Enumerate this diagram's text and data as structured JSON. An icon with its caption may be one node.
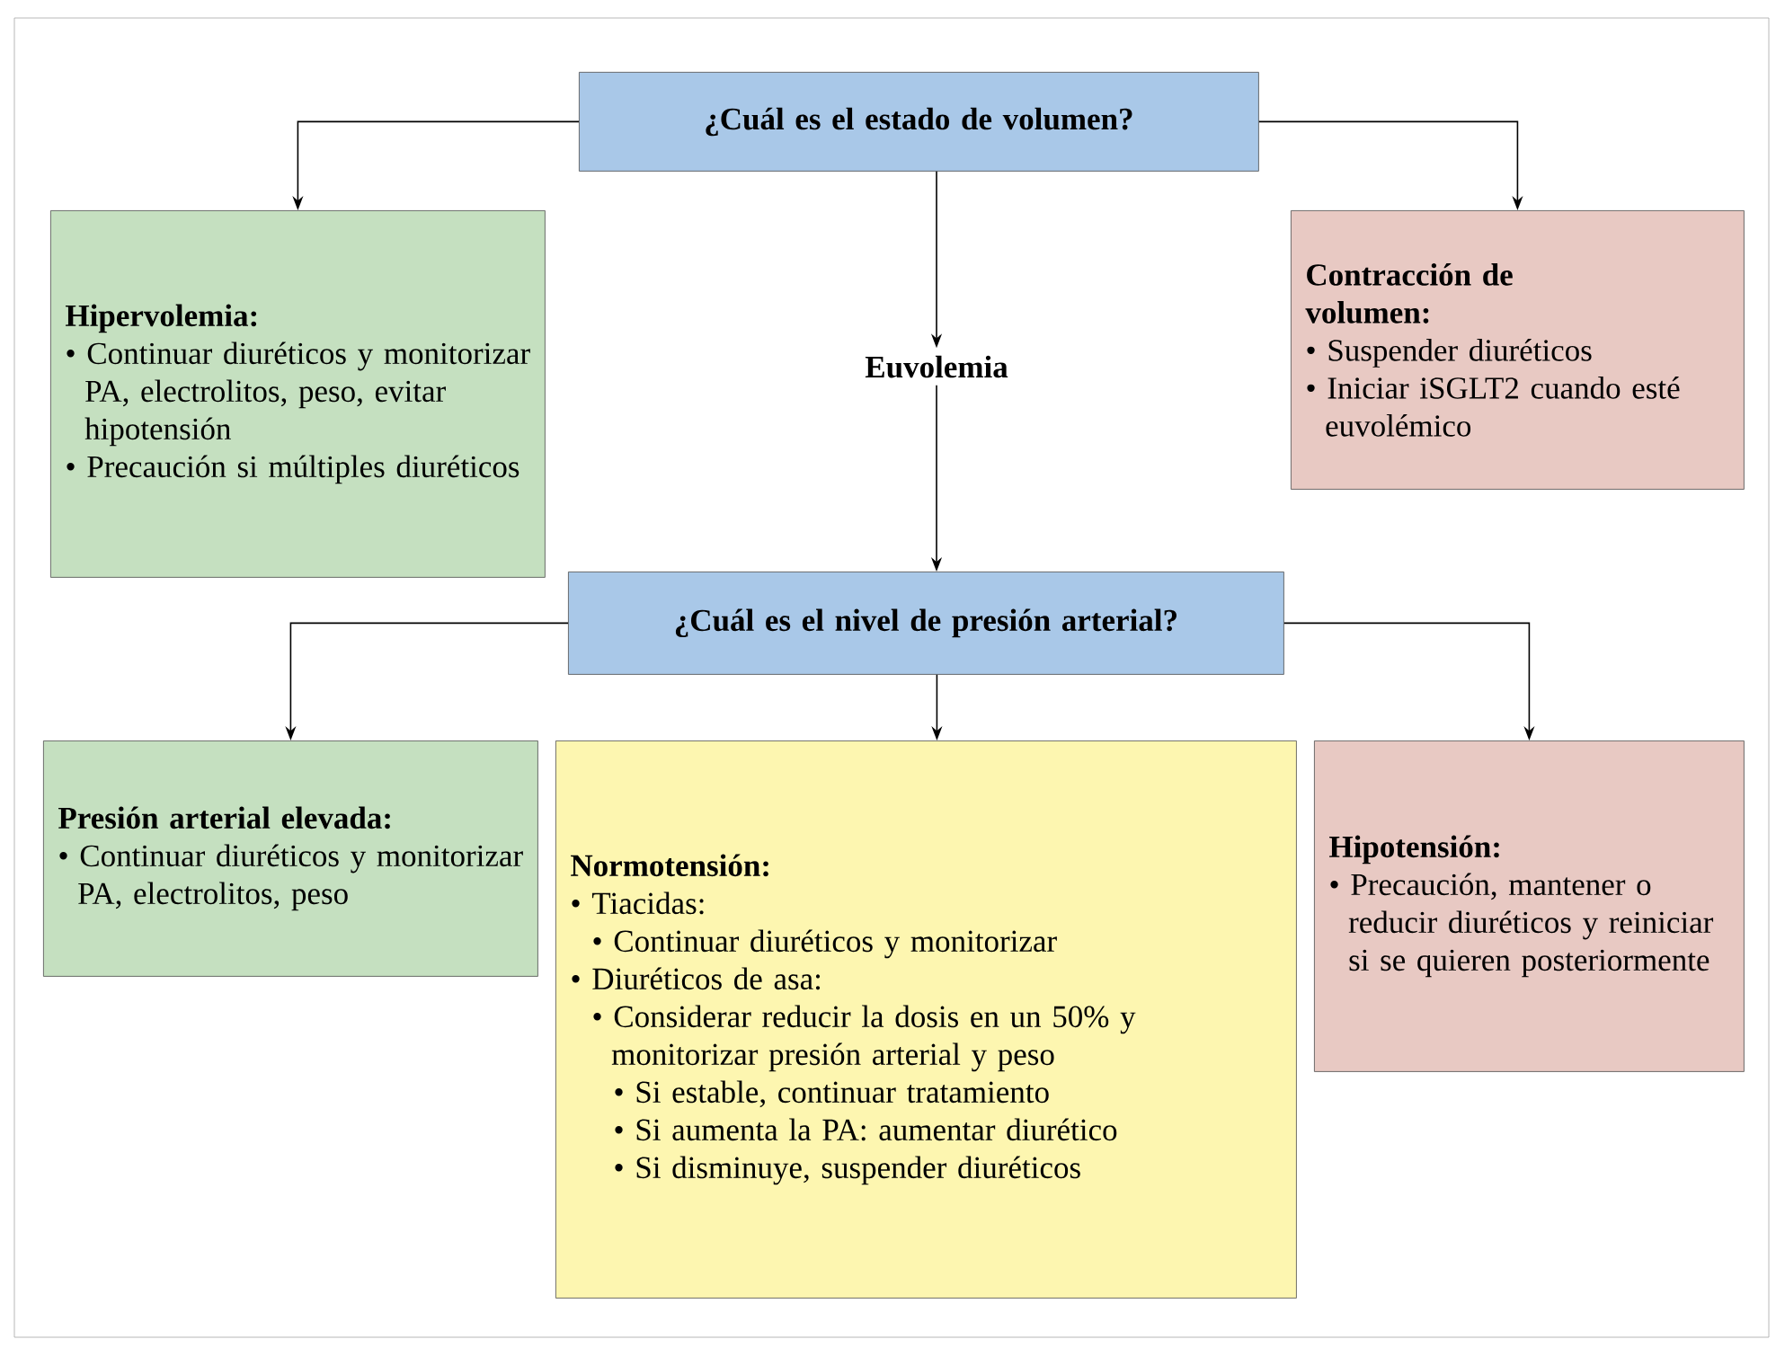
{
  "diagram": {
    "nodes": [
      {
        "text": [
          "¿Cuál es el estado de volumen?"
        ]
      },
      {
        "text": [
          "Hipervolemia:",
          "• Continuar diuréticos y monitorizar PA, electrolitos, peso, evitar hipotensión",
          "• Precaución si múltiples diuréticos"
        ]
      },
      {
        "text": [
          "Euvolemia"
        ]
      },
      {
        "text": [
          "Contracción de volumen:",
          "• Suspender diuréticos",
          "• Iniciar iSGLT2 cuando esté euvolémico"
        ]
      },
      {
        "text": [
          "¿Cuál es el nivel de presión arterial?"
        ]
      },
      {
        "text": [
          "Presión arterial elevada:",
          "• Continuar diuréticos y monitorizar PA, electrolitos, peso"
        ]
      },
      {
        "text": [
          "Normotensión:",
          "• Tiacidas:",
          "• Continuar diuréticos y monitorizar",
          "• Diuréticos de asa:",
          "• Considerar reducir la dosis en un 50% y monitorizar presión arterial y peso",
          "• Si estable, continuar tratamiento",
          "• Si aumenta la PA: aumentar diurético",
          "• Si disminuye, suspender diuréticos"
        ]
      },
      {
        "text": [
          "Hipotensión:",
          "• Precaución, mantener o reducir diuréticos y reiniciar si se quieren posteriormente"
        ]
      }
    ],
    "edges": [
      {
        "from": 0,
        "to": 1,
        "arrow": "to"
      },
      {
        "from": 0,
        "to": 2,
        "arrow": "to"
      },
      {
        "from": 0,
        "to": 3,
        "arrow": "to"
      },
      {
        "from": 2,
        "to": 4,
        "arrow": "to"
      },
      {
        "from": 4,
        "to": 5,
        "arrow": "to"
      },
      {
        "from": 4,
        "to": 6,
        "arrow": "to"
      },
      {
        "from": 4,
        "to": 7,
        "arrow": "to"
      }
    ]
  }
}
